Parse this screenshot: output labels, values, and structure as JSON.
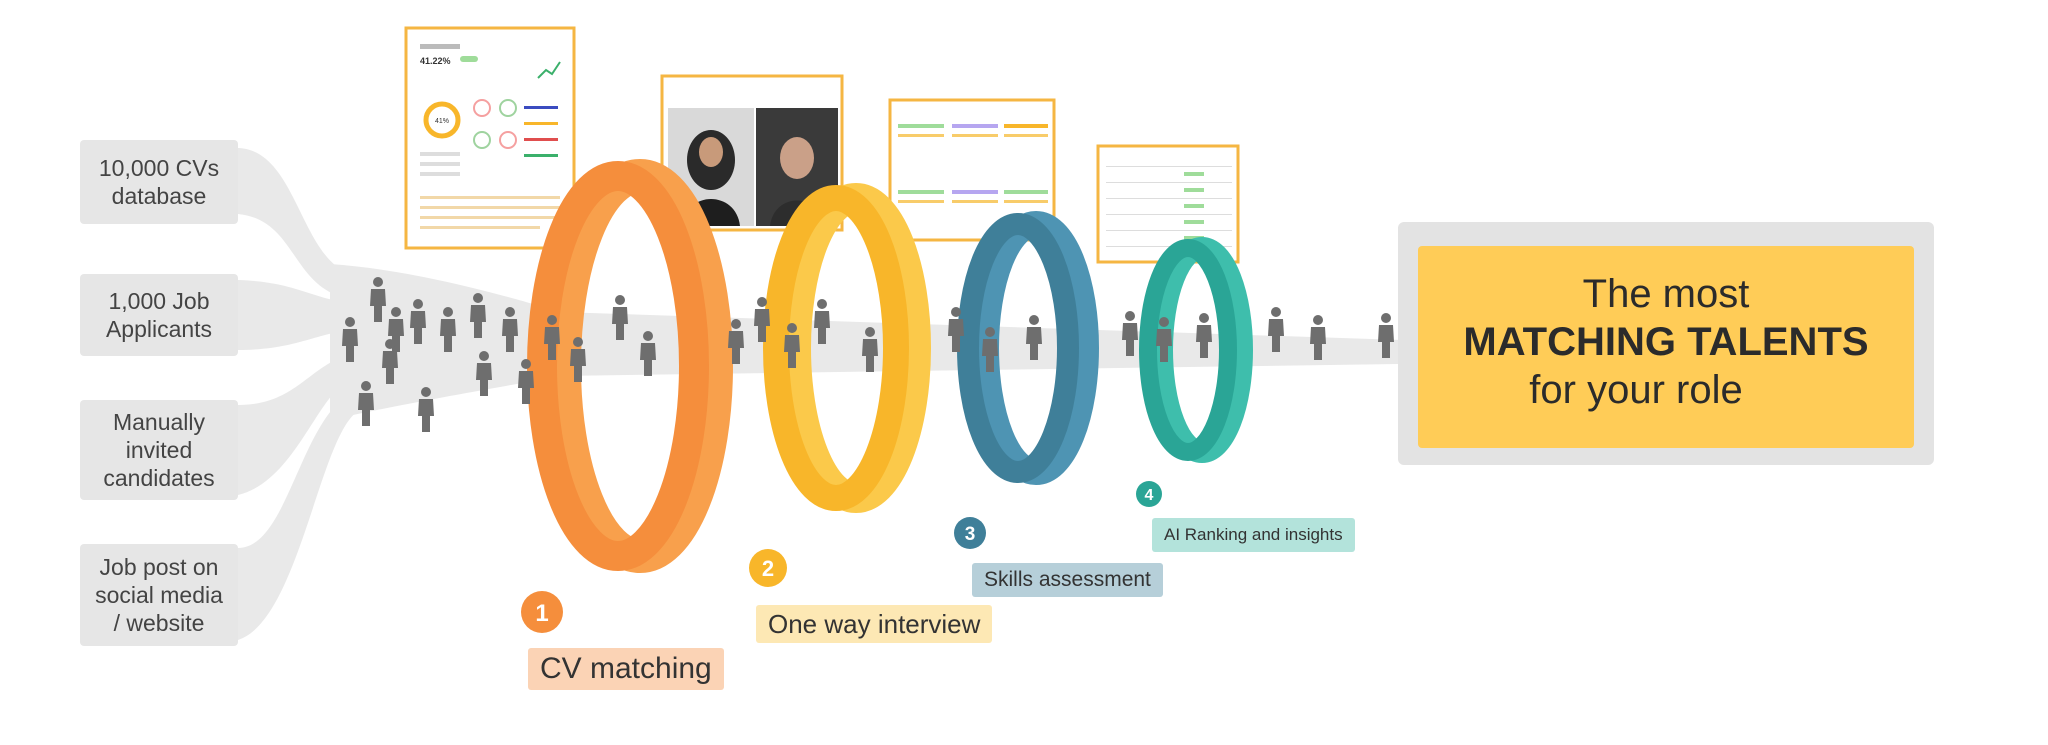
{
  "sources": [
    {
      "label": "10,000 CVs\ndatabase"
    },
    {
      "label": "1,000 Job\nApplicants"
    },
    {
      "label": "Manually\ninvited\ncandidates"
    },
    {
      "label": "Job post on\nsocial media\n/ website"
    }
  ],
  "steps": [
    {
      "number": "1",
      "label": "CV matching",
      "color": "#f58e3c",
      "label_bg": "#fbd3b5"
    },
    {
      "number": "2",
      "label": "One way interview",
      "color": "#f8b62a",
      "label_bg": "#fde8b4"
    },
    {
      "number": "3",
      "label": "Skills assessment",
      "color": "#3f7f99",
      "label_bg": "#b6cfd9"
    },
    {
      "number": "4",
      "label": "AI Ranking and insights",
      "color": "#2aa596",
      "label_bg": "#b3e3db"
    }
  ],
  "result": {
    "line1": "The most",
    "line2": "MATCHING TALENTS",
    "line3": "for your role"
  },
  "screenshot_card": {
    "ui_value": "41.22%",
    "ui_gauge_value": "41%"
  },
  "colors": {
    "funnel": "#e9e9e9",
    "person": "#6e6e6e",
    "card_border": "#f5b642",
    "result_bg": "#ffcc57",
    "result_frame": "#e3e3e3"
  },
  "icons": [
    "person-icon",
    "trophy-icon"
  ]
}
